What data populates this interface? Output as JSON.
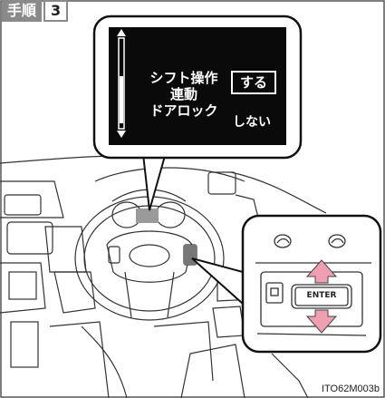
{
  "step": {
    "label": "手順",
    "number": "3"
  },
  "display": {
    "setting_lines": [
      "シフト操作",
      "連動",
      "ドアロック"
    ],
    "option_selected": "する",
    "option_other": "しない"
  },
  "switch": {
    "enter_label": "ENTER"
  },
  "figure_code": "ITO62M003b"
}
